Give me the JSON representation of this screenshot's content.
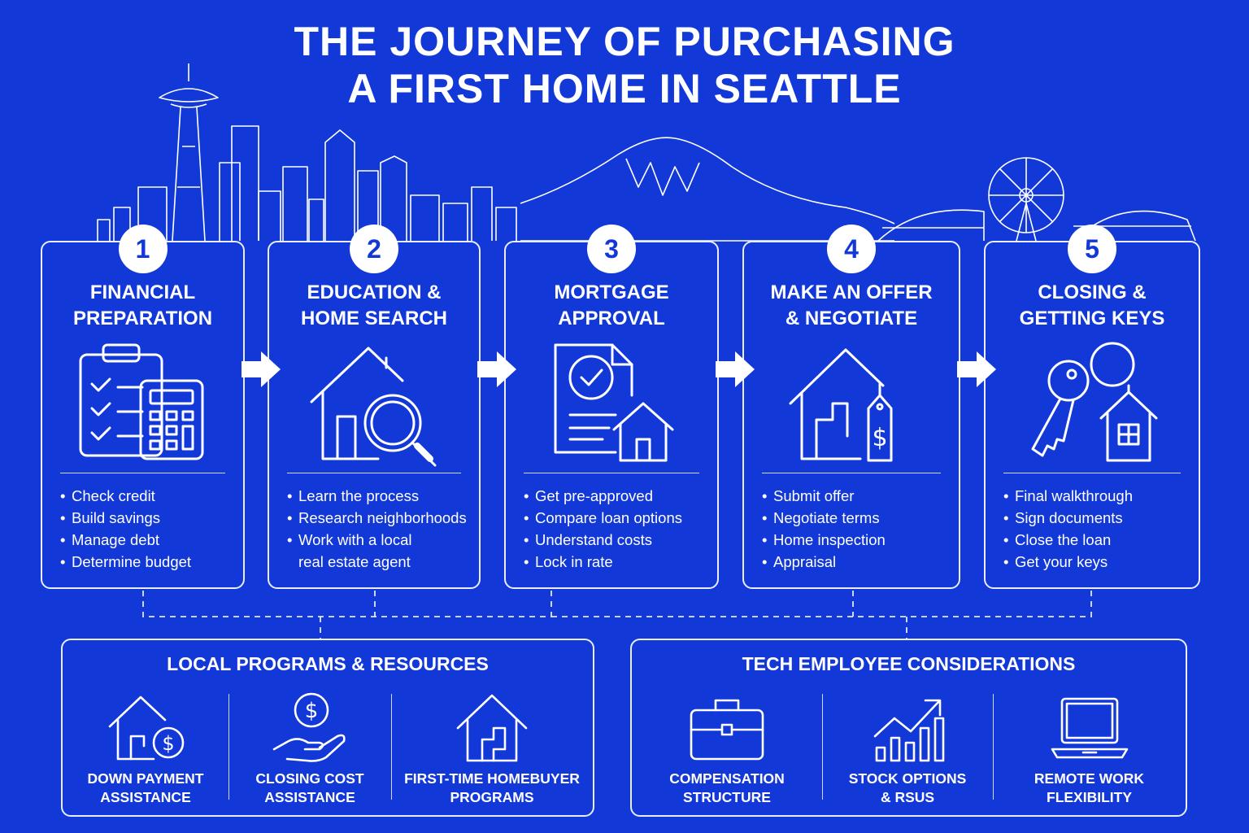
{
  "title": {
    "line1": "THE JOURNEY OF PURCHASING",
    "line2": "A FIRST HOME IN SEATTLE"
  },
  "steps": [
    {
      "number": "1",
      "title": "FINANCIAL\nPREPARATION",
      "icon": "checklist-calculator-icon",
      "items": [
        "Check credit",
        "Build savings",
        "Manage debt",
        "Determine budget"
      ]
    },
    {
      "number": "2",
      "title": "EDUCATION &\nHOME SEARCH",
      "icon": "house-magnifier-icon",
      "items": [
        "Learn the process",
        "Research neighborhoods",
        "Work with a local\nreal estate agent"
      ]
    },
    {
      "number": "3",
      "title": "MORTGAGE\nAPPROVAL",
      "icon": "document-house-icon",
      "items": [
        "Get pre-approved",
        "Compare loan options",
        "Understand costs",
        "Lock in rate"
      ]
    },
    {
      "number": "4",
      "title": "MAKE AN OFFER\n& NEGOTIATE",
      "icon": "house-price-tag-icon",
      "items": [
        "Submit offer",
        "Negotiate terms",
        "Home inspection",
        "Appraisal"
      ]
    },
    {
      "number": "5",
      "title": "CLOSING &\nGETTING KEYS",
      "icon": "key-house-icon",
      "items": [
        "Final walkthrough",
        "Sign documents",
        "Close the loan",
        "Get your keys"
      ]
    }
  ],
  "local_programs": {
    "title": "LOCAL PROGRAMS & RESOURCES",
    "items": [
      {
        "label": "DOWN PAYMENT\nASSISTANCE",
        "icon": "house-dollar-icon"
      },
      {
        "label": "CLOSING COST\nASSISTANCE",
        "icon": "hand-coin-icon"
      },
      {
        "label": "FIRST-TIME HOMEBUYER\nPROGRAMS",
        "icon": "house-icon"
      }
    ]
  },
  "tech_considerations": {
    "title": "TECH EMPLOYEE CONSIDERATIONS",
    "items": [
      {
        "label": "COMPENSATION\nSTRUCTURE",
        "icon": "briefcase-icon"
      },
      {
        "label": "STOCK OPTIONS\n& RSUS",
        "icon": "growth-chart-icon"
      },
      {
        "label": "REMOTE WORK\nFLEXIBILITY",
        "icon": "laptop-icon"
      }
    ]
  },
  "colors": {
    "background": "#1238d8",
    "foreground": "#ffffff"
  }
}
